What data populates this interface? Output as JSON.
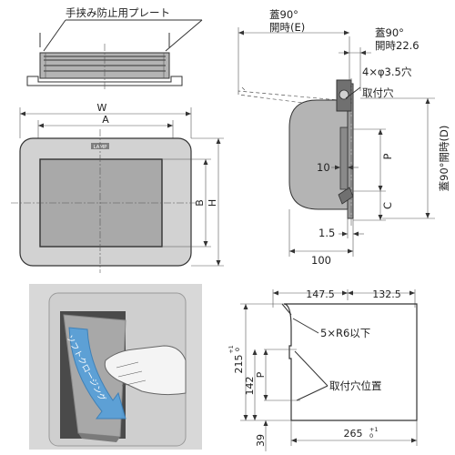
{
  "top_view": {
    "label": "手挟み防止用プレート"
  },
  "front_view": {
    "width_outer": "W",
    "width_inner": "A",
    "height_inner": "B",
    "height_outer": "H",
    "logo": "LAMP"
  },
  "side_view": {
    "lid_open_e_line1": "蓋90°",
    "lid_open_e_line2": "開時(E)",
    "lid_open_226_line1": "蓋90°",
    "lid_open_226_line2": "開時22.6",
    "holes_line1": "4×φ3.5穴",
    "holes_line2": "取付穴",
    "dim_p": "P",
    "dim_c": "C",
    "dim_10": "10",
    "dim_15": "1.5",
    "dim_100": "100",
    "lid_open_d": "蓋90°開時(D)"
  },
  "photo": {
    "caption": "ソフトクロージング"
  },
  "cutout": {
    "dim_1475": "147.5",
    "dim_1325": "132.5",
    "radius_note": "5×R6以下",
    "height_dim": "215",
    "height_tol": "+1\n0",
    "dim_142": "142",
    "dim_p": "P",
    "mount_position": "取付穴位置",
    "dim_39": "39",
    "width_dim": "265",
    "width_tol": "+1\n0"
  }
}
